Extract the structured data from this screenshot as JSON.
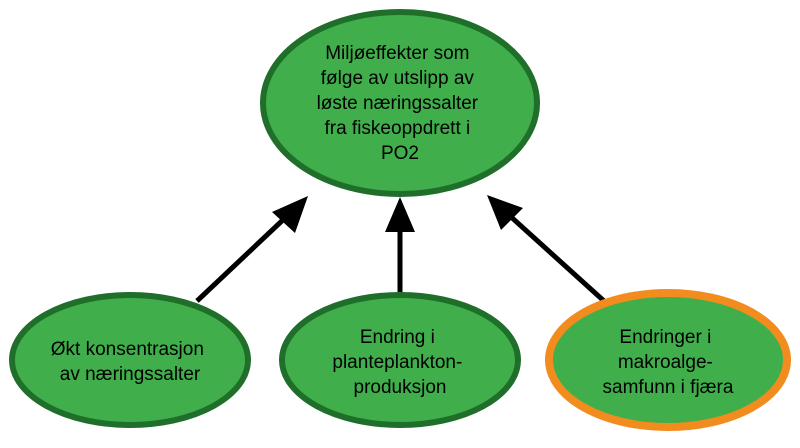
{
  "colors": {
    "node_fill": "#3fae4b",
    "node_stroke": "#1f6e2a",
    "highlight_stroke": "#f28c1e",
    "arrow": "#000000"
  },
  "nodes": {
    "top": {
      "lines": [
        "Miljøeffekter som",
        "følge av utslipp av",
        "løste næringssalter",
        "fra fiskeoppdrett i",
        "PO2"
      ]
    },
    "left": {
      "lines": [
        "Økt konsentrasjon",
        "av næringssalter"
      ]
    },
    "middle": {
      "lines": [
        "Endring i",
        "planteplankton-",
        "produksjon"
      ]
    },
    "right": {
      "lines": [
        "Endringer i",
        "makroalge-",
        "samfunn i fjæra"
      ],
      "highlighted": true
    }
  }
}
